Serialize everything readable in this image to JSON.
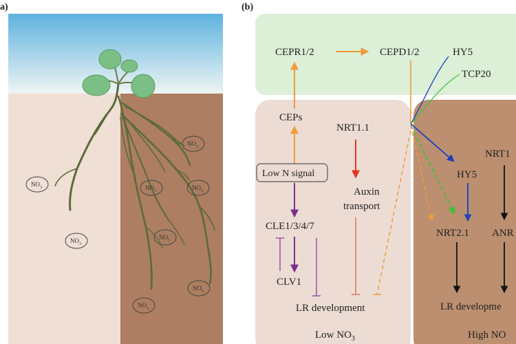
{
  "panel_a": {
    "label": "a)",
    "nitrate_label": "NO",
    "nitrate_sub": "3"
  },
  "panel_b": {
    "label": "(b)",
    "cepr": "CEPR1/2",
    "cepd": "CEPD1/2",
    "hy5_top": "HY5",
    "tcp20": "TCP20",
    "ceps": "CEPs",
    "nrt11": "NRT1.1",
    "low_n_signal": "Low N signal",
    "auxin_line1": "Auxin",
    "auxin_line2": "transport",
    "cle": "CLE1/3/4/7",
    "clv1": "CLV1",
    "lr_dev_low": "LR development",
    "low_no3": "Low NO",
    "low_no3_sub": "3",
    "hy5_right": "HY5",
    "nrt1_right": "NRT1",
    "nrt21": "NRT2.1",
    "anr": "ANR",
    "lr_dev_high": "LR developme",
    "high_no3": "High NO"
  },
  "colors": {
    "sky_top": "#5fb2df",
    "sky_bottom": "#eef5f3",
    "soil_light": "#efdfd5",
    "soil_dark": "#ad7e61",
    "shoot_panel": "#dcefd7",
    "low_panel": "#ecdcd3",
    "high_panel": "#bb8f70",
    "orange_arrow": "#f09a3e",
    "red_arrow": "#e53424",
    "purple_arrow": "#7a2e8c",
    "blue_arrow": "#1b3fbf",
    "green_arrow": "#3cc23c",
    "root": "#5a6a3a",
    "leaf": "#7bbf84"
  }
}
